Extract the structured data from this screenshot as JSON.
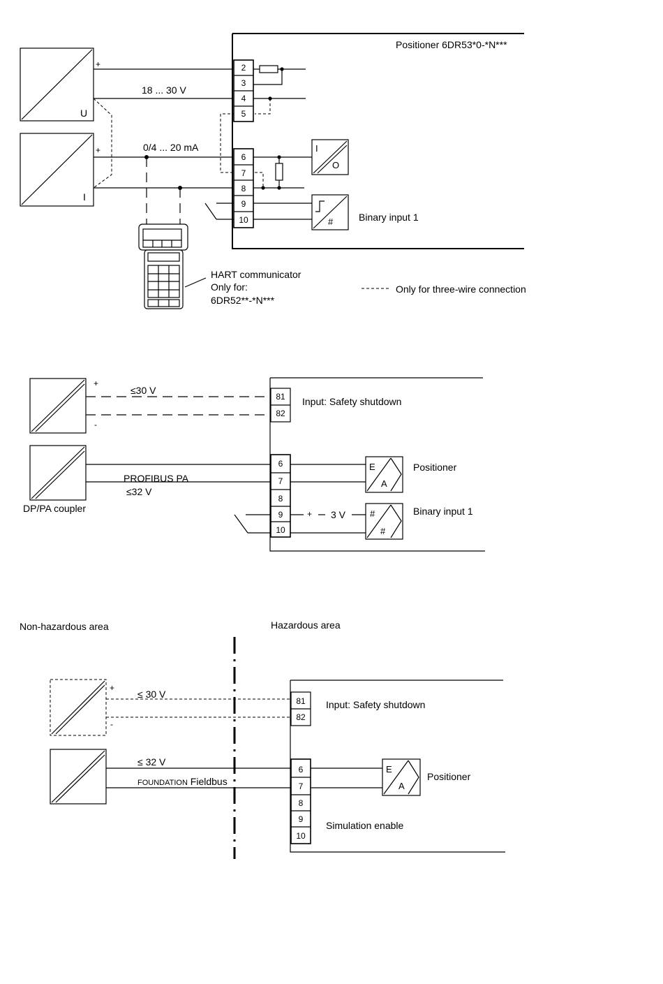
{
  "diagram1": {
    "positioner_title": "Positioner  6DR53*0-*N***",
    "voltage_source_label": "U",
    "current_source_label": "I",
    "plus_sign": "+",
    "supply_voltage": "18 ... 30 V",
    "current_signal": "0/4 ... 20 mA",
    "terminals": [
      "2",
      "3",
      "4",
      "5",
      "6",
      "7",
      "8",
      "9",
      "10"
    ],
    "converter_in": "I",
    "converter_out": "O",
    "binary_input": "Binary input 1",
    "hart_line1": "HART communicator",
    "hart_line2": "Only for:",
    "hart_line3": "6DR52**-*N***",
    "legend_three_wire": "Only for three-wire connection"
  },
  "diagram2": {
    "plus_sign": "+",
    "minus_sign": "-",
    "shutdown_voltage": "≤30 V",
    "terminals_shutdown": [
      "81",
      "82"
    ],
    "shutdown_label": "Input: Safety shutdown",
    "bus_name": "PROFIBUS PA",
    "bus_voltage": "≤32 V",
    "coupler_label": "DP/PA coupler",
    "terminals": [
      "6",
      "7",
      "8",
      "9",
      "10"
    ],
    "positioner_label": "Positioner",
    "binary_voltage": "3 V",
    "binary_input": "Binary input 1"
  },
  "diagram3": {
    "non_hazardous": "Non-hazardous area",
    "hazardous": "Hazardous area",
    "plus_sign": "+",
    "minus_sign": "-",
    "shutdown_voltage": "≤ 30 V",
    "terminals_shutdown": [
      "81",
      "82"
    ],
    "shutdown_label": "Input: Safety shutdown",
    "bus_voltage": "≤ 32 V",
    "bus_name_sc": "Foundation",
    "bus_name_rest": " Fieldbus",
    "terminals": [
      "6",
      "7",
      "8",
      "9",
      "10"
    ],
    "positioner_label": "Positioner",
    "simulation_label": "Simulation enable"
  }
}
